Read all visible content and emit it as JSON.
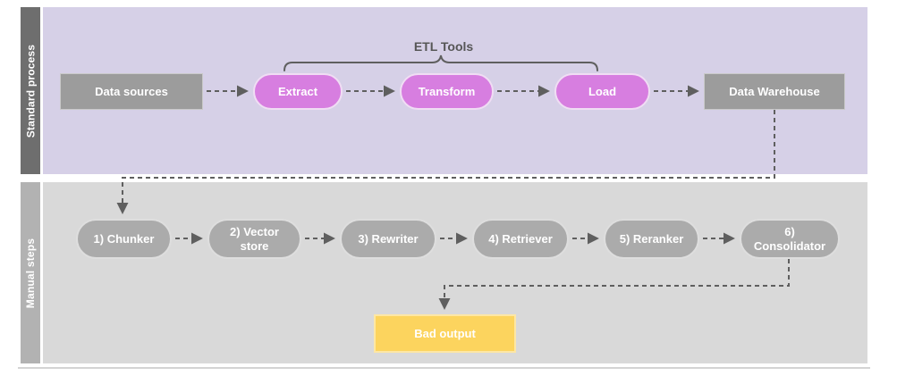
{
  "lanes": [
    {
      "label": "Standard process",
      "nodes": [
        {
          "label": "Data sources",
          "shape": "rectangle",
          "color": "#9c9c9c"
        },
        {
          "label": "Extract",
          "shape": "pill",
          "color": "#d77ee0"
        },
        {
          "label": "Transform",
          "shape": "pill",
          "color": "#d77ee0"
        },
        {
          "label": "Load",
          "shape": "pill",
          "color": "#d77ee0"
        },
        {
          "label": "Data Warehouse",
          "shape": "rectangle",
          "color": "#9c9c9c"
        }
      ],
      "annotation": {
        "label": "ETL Tools",
        "spans": [
          "Extract",
          "Transform",
          "Load"
        ]
      }
    },
    {
      "label": "Manual steps",
      "nodes": [
        {
          "label": "1) Chunker",
          "shape": "pill",
          "color": "#ababab"
        },
        {
          "label": "2) Vector store",
          "shape": "pill",
          "color": "#ababab"
        },
        {
          "label": "3) Rewriter",
          "shape": "pill",
          "color": "#ababab"
        },
        {
          "label": "4) Retriever",
          "shape": "pill",
          "color": "#ababab"
        },
        {
          "label": "5) Reranker",
          "shape": "pill",
          "color": "#ababab"
        },
        {
          "label": "6) Consolidator",
          "shape": "pill",
          "color": "#ababab"
        },
        {
          "label": "Bad output",
          "shape": "rectangle",
          "color": "#fcd45e"
        }
      ]
    }
  ],
  "connections": [
    {
      "from": "Data sources",
      "to": "Extract",
      "style": "dashed-arrow"
    },
    {
      "from": "Extract",
      "to": "Transform",
      "style": "dashed-arrow"
    },
    {
      "from": "Transform",
      "to": "Load",
      "style": "dashed-arrow"
    },
    {
      "from": "Load",
      "to": "Data Warehouse",
      "style": "dashed-arrow"
    },
    {
      "from": "Data Warehouse",
      "to": "1) Chunker",
      "style": "dashed-arrow"
    },
    {
      "from": "1) Chunker",
      "to": "2) Vector store",
      "style": "dashed-arrow"
    },
    {
      "from": "2) Vector store",
      "to": "3) Rewriter",
      "style": "dashed-arrow"
    },
    {
      "from": "3) Rewriter",
      "to": "4) Retriever",
      "style": "dashed-arrow"
    },
    {
      "from": "4) Retriever",
      "to": "5) Reranker",
      "style": "dashed-arrow"
    },
    {
      "from": "5) Reranker",
      "to": "6) Consolidator",
      "style": "dashed-arrow"
    },
    {
      "from": "6) Consolidator",
      "to": "Bad output",
      "style": "dashed-arrow"
    }
  ],
  "colors": {
    "lane_standard_bg": "#d6d0e7",
    "lane_standard_bar": "#6e6e6e",
    "lane_manual_bg": "#d9d9d9",
    "lane_manual_bar": "#b2b2b2",
    "node_gray": "#9c9c9c",
    "pill_pink": "#d77ee0",
    "pill_gray": "#ababab",
    "node_yellow": "#fcd45e",
    "connector": "#5f5f5f",
    "node_text": "#ffffff",
    "annotation_text": "#565656"
  }
}
